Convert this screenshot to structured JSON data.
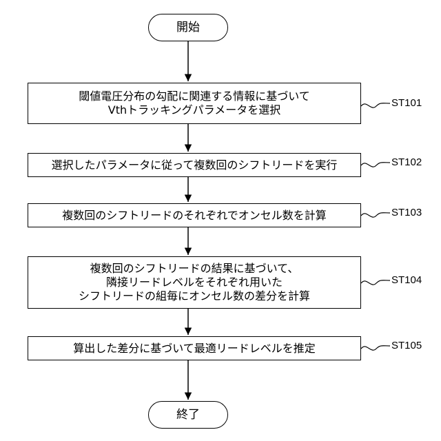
{
  "start": "開始",
  "end": "終了",
  "steps": [
    {
      "id": "ST101",
      "text": "閾値電圧分布の勾配に関連する情報に基づいて\nVthトラッキングパラメータを選択"
    },
    {
      "id": "ST102",
      "text": "選択したパラメータに従って複数回のシフトリードを実行"
    },
    {
      "id": "ST103",
      "text": "複数回のシフトリードのそれぞれでオンセル数を計算"
    },
    {
      "id": "ST104",
      "text": "複数回のシフトリードの結果に基づいて、\n隣接リードレベルをそれぞれ用いた\nシフトリードの組毎にオンセル数の差分を計算"
    },
    {
      "id": "ST105",
      "text": "算出した差分に基づいて最適リードレベルを推定"
    }
  ]
}
